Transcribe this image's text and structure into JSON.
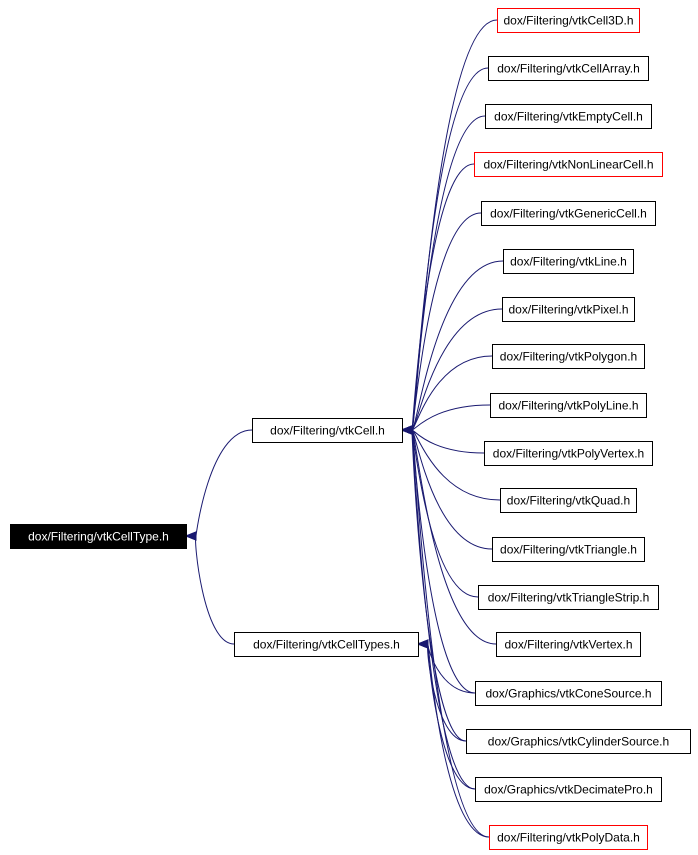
{
  "graph": {
    "nodes": [
      {
        "id": "root",
        "label": "dox/Filtering/vtkCellType.h",
        "style": "root"
      },
      {
        "id": "cell",
        "label": "dox/Filtering/vtkCell.h",
        "style": "normal"
      },
      {
        "id": "types",
        "label": "dox/Filtering/vtkCellTypes.h",
        "style": "normal"
      },
      {
        "id": "c3d",
        "label": "dox/Filtering/vtkCell3D.h",
        "style": "red"
      },
      {
        "id": "carr",
        "label": "dox/Filtering/vtkCellArray.h",
        "style": "normal"
      },
      {
        "id": "empty",
        "label": "dox/Filtering/vtkEmptyCell.h",
        "style": "normal"
      },
      {
        "id": "nonlin",
        "label": "dox/Filtering/vtkNonLinearCell.h",
        "style": "red"
      },
      {
        "id": "gen",
        "label": "dox/Filtering/vtkGenericCell.h",
        "style": "normal"
      },
      {
        "id": "line",
        "label": "dox/Filtering/vtkLine.h",
        "style": "normal"
      },
      {
        "id": "pixel",
        "label": "dox/Filtering/vtkPixel.h",
        "style": "normal"
      },
      {
        "id": "poly",
        "label": "dox/Filtering/vtkPolygon.h",
        "style": "normal"
      },
      {
        "id": "pline",
        "label": "dox/Filtering/vtkPolyLine.h",
        "style": "normal"
      },
      {
        "id": "pvert",
        "label": "dox/Filtering/vtkPolyVertex.h",
        "style": "normal"
      },
      {
        "id": "quad",
        "label": "dox/Filtering/vtkQuad.h",
        "style": "normal"
      },
      {
        "id": "tri",
        "label": "dox/Filtering/vtkTriangle.h",
        "style": "normal"
      },
      {
        "id": "tstrip",
        "label": "dox/Filtering/vtkTriangleStrip.h",
        "style": "normal"
      },
      {
        "id": "vert",
        "label": "dox/Filtering/vtkVertex.h",
        "style": "normal"
      },
      {
        "id": "cone",
        "label": "dox/Graphics/vtkConeSource.h",
        "style": "normal"
      },
      {
        "id": "cyl",
        "label": "dox/Graphics/vtkCylinderSource.h",
        "style": "normal"
      },
      {
        "id": "dec",
        "label": "dox/Graphics/vtkDecimatePro.h",
        "style": "normal"
      },
      {
        "id": "pdata",
        "label": "dox/Filtering/vtkPolyData.h",
        "style": "red"
      }
    ],
    "edges": [
      {
        "from": "cell",
        "to": "root"
      },
      {
        "from": "types",
        "to": "root"
      },
      {
        "from": "c3d",
        "to": "cell"
      },
      {
        "from": "carr",
        "to": "cell"
      },
      {
        "from": "empty",
        "to": "cell"
      },
      {
        "from": "nonlin",
        "to": "cell"
      },
      {
        "from": "gen",
        "to": "cell"
      },
      {
        "from": "line",
        "to": "cell"
      },
      {
        "from": "pixel",
        "to": "cell"
      },
      {
        "from": "poly",
        "to": "cell"
      },
      {
        "from": "pline",
        "to": "cell"
      },
      {
        "from": "pvert",
        "to": "cell"
      },
      {
        "from": "quad",
        "to": "cell"
      },
      {
        "from": "tri",
        "to": "cell"
      },
      {
        "from": "tstrip",
        "to": "cell"
      },
      {
        "from": "vert",
        "to": "cell"
      },
      {
        "from": "cone",
        "to": "cell"
      },
      {
        "from": "cyl",
        "to": "cell"
      },
      {
        "from": "dec",
        "to": "cell"
      },
      {
        "from": "pdata",
        "to": "cell"
      },
      {
        "from": "cone",
        "to": "types"
      },
      {
        "from": "cyl",
        "to": "types"
      },
      {
        "from": "dec",
        "to": "types"
      },
      {
        "from": "pdata",
        "to": "types"
      }
    ]
  },
  "colors": {
    "edge": "#191970",
    "red_border": "#ff0000",
    "root_fill": "#000000",
    "root_text": "#ffffff"
  }
}
